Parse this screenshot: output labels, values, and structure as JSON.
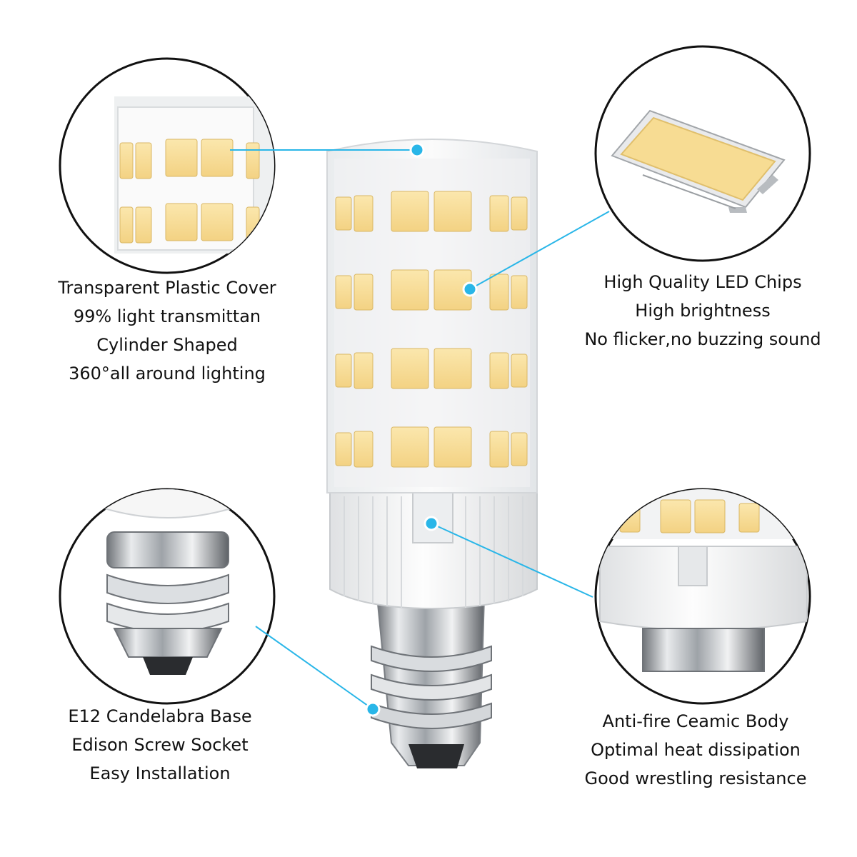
{
  "colors": {
    "connector": "#29b6e8",
    "led_chip": "#f7dc93",
    "ceramic_body": "#f4f4f4",
    "metal_base": "#c9ccd0",
    "circle_outline": "#111111"
  },
  "captions": {
    "cover": [
      "Transparent Plastic Cover",
      "99% light transmittan",
      "Cylinder Shaped",
      "360°all around lighting"
    ],
    "chips": [
      "High Quality LED Chips",
      "High brightness",
      "No flicker,no buzzing sound"
    ],
    "base": [
      "E12 Candelabra Base",
      "Edison Screw Socket",
      "Easy Installation"
    ],
    "body": [
      "Anti-fire Ceamic Body",
      "Optimal heat dissipation",
      "Good wrestling resistance"
    ]
  }
}
